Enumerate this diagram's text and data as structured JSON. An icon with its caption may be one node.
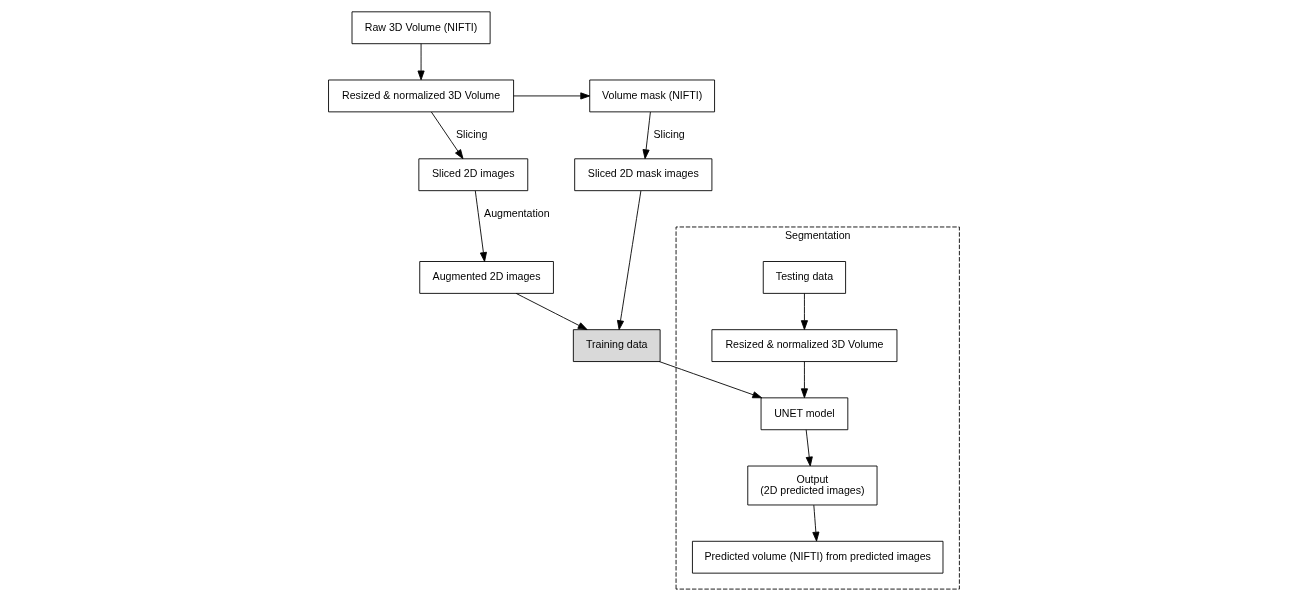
{
  "diagram": {
    "nodes": [
      {
        "text": [
          "Raw 3D Volume (NIFTI)"
        ]
      },
      {
        "text": [
          "Resized & normalized 3D Volume"
        ]
      },
      {
        "text": [
          "Volume mask (NIFTI)"
        ]
      },
      {
        "text": [
          "Sliced 2D images"
        ]
      },
      {
        "text": [
          "Augmented 2D images"
        ]
      },
      {
        "text": [
          "Sliced 2D mask images"
        ]
      },
      {
        "text": [
          "Training data"
        ]
      },
      {
        "text": [
          "Segmentation"
        ]
      },
      {
        "text": [
          "Testing data"
        ],
        "in": 7
      },
      {
        "text": [
          "Resized & normalized 3D Volume"
        ],
        "in": 7
      },
      {
        "text": [
          "UNET model"
        ],
        "in": 7
      },
      {
        "text": [
          "Output",
          "(2D predicted images)"
        ],
        "in": 7
      },
      {
        "text": [
          "Predicted volume (NIFTI) from predicted images"
        ],
        "in": 7
      }
    ],
    "edges": [
      {
        "from": 0,
        "to": 1,
        "arrow": "to"
      },
      {
        "from": 1,
        "to": 2,
        "arrow": "to"
      },
      {
        "from": 1,
        "to": 3,
        "arrow": "to",
        "label": "Slicing"
      },
      {
        "from": 3,
        "to": 4,
        "arrow": "to",
        "label": "Augmentation"
      },
      {
        "from": 2,
        "to": 5,
        "arrow": "to",
        "label": "Slicing"
      },
      {
        "from": 4,
        "to": 6,
        "arrow": "to"
      },
      {
        "from": 5,
        "to": 6,
        "arrow": "to"
      },
      {
        "from": 6,
        "to": 10,
        "arrow": "to"
      },
      {
        "from": 8,
        "to": 9,
        "arrow": "to"
      },
      {
        "from": 9,
        "to": 10,
        "arrow": "to"
      },
      {
        "from": 10,
        "to": 11,
        "arrow": "to"
      },
      {
        "from": 11,
        "to": 12,
        "arrow": "to"
      }
    ]
  }
}
